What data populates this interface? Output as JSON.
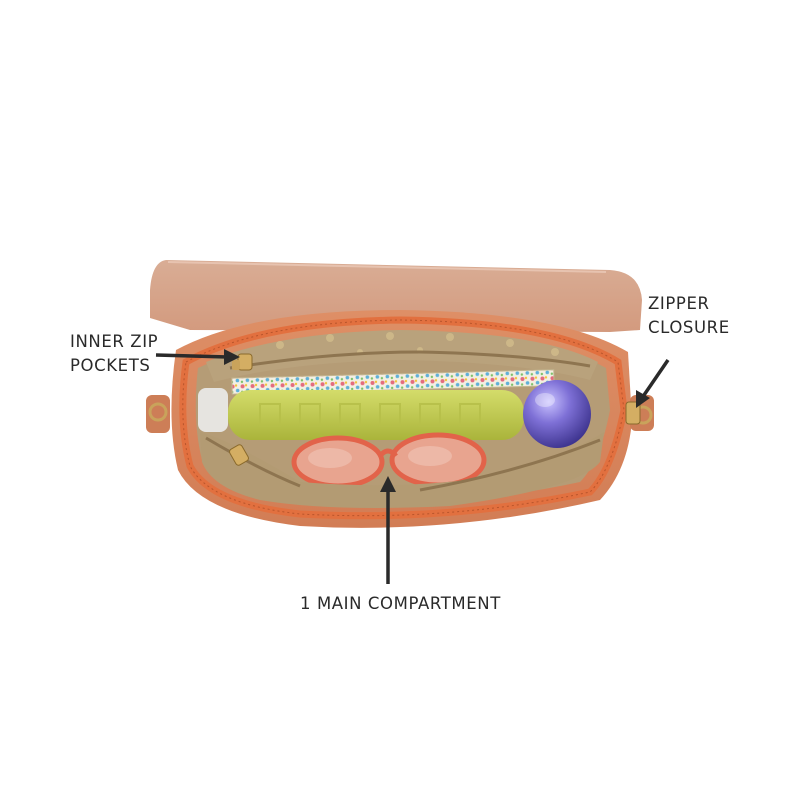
{
  "callouts": {
    "inner_zip_pockets": {
      "line1": "INNER ZIP",
      "line2": "POCKETS"
    },
    "zipper_closure": {
      "line1": "ZIPPER",
      "line2": "CLOSURE"
    },
    "main_compartment": {
      "line1": "1 MAIN COMPARTMENT"
    }
  },
  "colors": {
    "background": "#ffffff",
    "bag_leather": "#d98a62",
    "flap": "#d8a38a",
    "lining": "#b9a07a",
    "zipper_tape": "#e0703f",
    "hardware": "#c9a35b",
    "pouch": "#c5cf52",
    "glasses": "#e2634a",
    "ball": "#7d6fd0",
    "arrow": "#2a2a2a"
  },
  "icons": [
    "arrow-icon"
  ]
}
